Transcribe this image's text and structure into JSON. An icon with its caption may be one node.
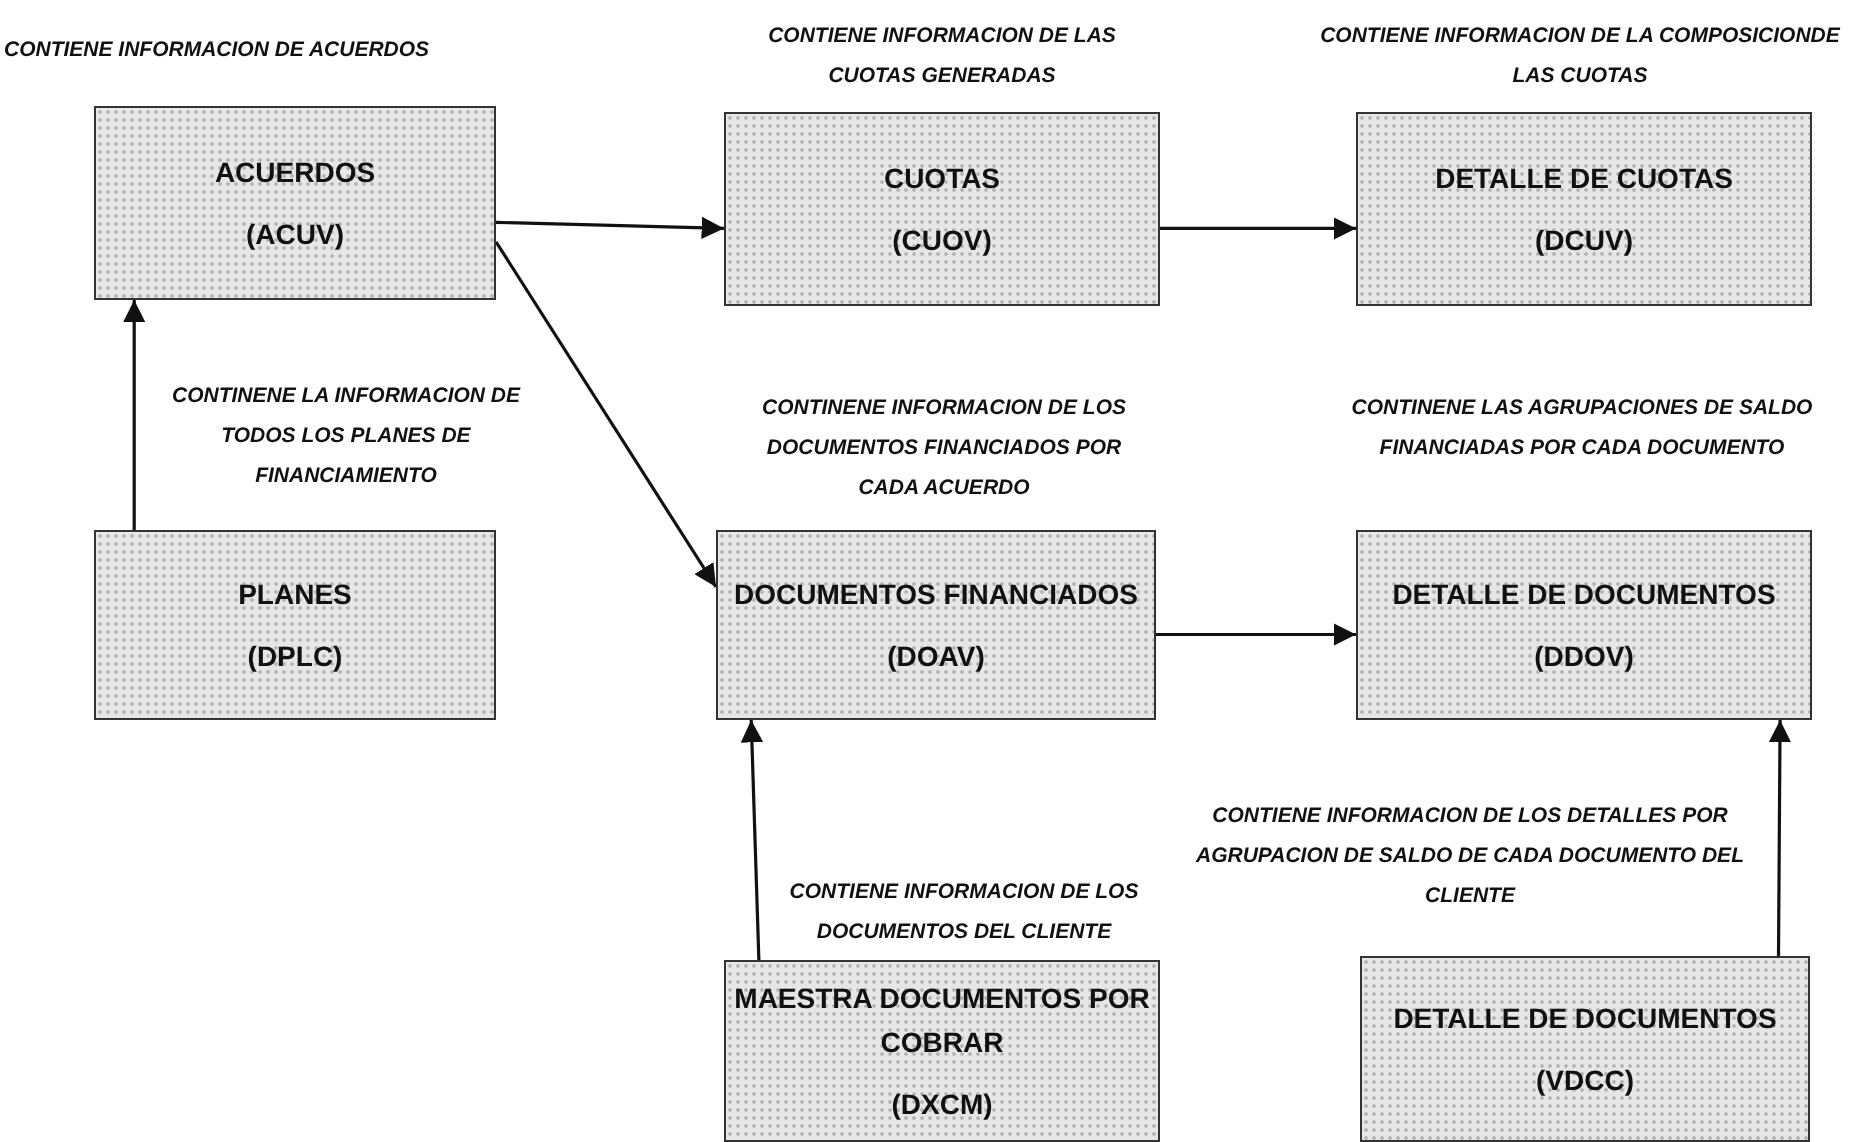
{
  "diagram": {
    "nodes": [
      {
        "text": [
          "ACUERDOS",
          "(ACUV)"
        ],
        "beside": [
          "CONTIENE INFORMACION DE ACUERDOS"
        ]
      },
      {
        "text": [
          "CUOTAS",
          "(CUOV)"
        ],
        "beside": [
          "CONTIENE INFORMACION DE LAS CUOTAS GENERADAS"
        ]
      },
      {
        "text": [
          "DETALLE DE CUOTAS",
          "(DCUV)"
        ],
        "beside": [
          "CONTIENE INFORMACION DE LA COMPOSICIONDE LAS CUOTAS"
        ]
      },
      {
        "text": [
          "PLANES",
          "(DPLC)"
        ],
        "beside": [
          "CONTINENE LA INFORMACION DE TODOS LOS PLANES DE FINANCIAMIENTO"
        ]
      },
      {
        "text": [
          "DOCUMENTOS FINANCIADOS",
          "(DOAV)"
        ],
        "beside": [
          "CONTINENE INFORMACION DE LOS DOCUMENTOS FINANCIADOS POR CADA ACUERDO"
        ]
      },
      {
        "text": [
          "DETALLE DE DOCUMENTOS",
          "(DDOV)"
        ],
        "beside": [
          "CONTINENE LAS AGRUPACIONES DE SALDO FINANCIADAS POR CADA DOCUMENTO"
        ]
      },
      {
        "text": [
          "MAESTRA DOCUMENTOS POR COBRAR",
          "(DXCM)"
        ],
        "beside": [
          "CONTIENE INFORMACION DE LOS DOCUMENTOS DEL CLIENTE"
        ]
      },
      {
        "text": [
          "DETALLE DE DOCUMENTOS",
          "(VDCC)"
        ],
        "beside": [
          "CONTIENE INFORMACION DE LOS DETALLES POR AGRUPACION DE SALDO DE CADA DOCUMENTO DEL CLIENTE"
        ]
      }
    ],
    "edges": [
      {
        "from": 0,
        "to": 1,
        "arrow": "to"
      },
      {
        "from": 1,
        "to": 2,
        "arrow": "to"
      },
      {
        "from": 3,
        "to": 0,
        "arrow": "to"
      },
      {
        "from": 0,
        "to": 4,
        "arrow": "to"
      },
      {
        "from": 4,
        "to": 5,
        "arrow": "to"
      },
      {
        "from": 6,
        "to": 4,
        "arrow": "to"
      },
      {
        "from": 7,
        "to": 5,
        "arrow": "to"
      }
    ]
  }
}
